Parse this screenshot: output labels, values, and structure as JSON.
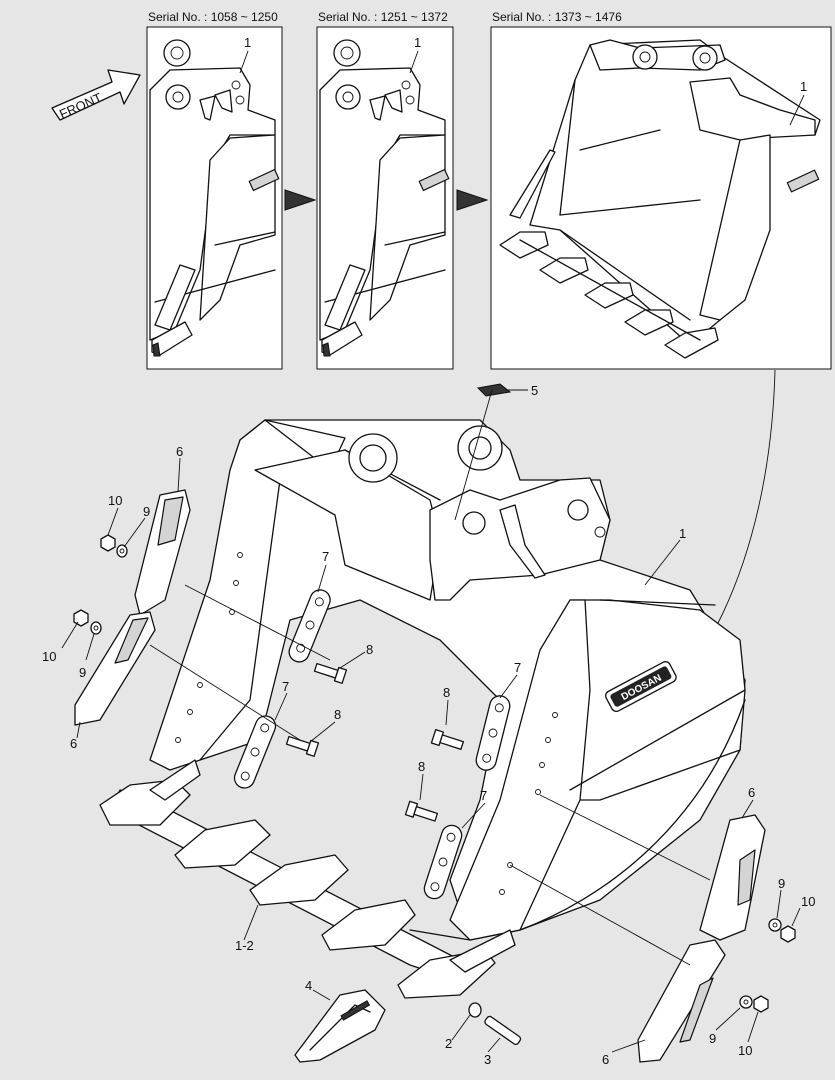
{
  "serial_headers": [
    "Serial No. : 1058 ~ 1250",
    "Serial No. : 1251 ~ 1372",
    "Serial No. : 1373 ~ 1476"
  ],
  "front_label": "FRONT",
  "brand_text": "DOOSAN",
  "panel_callouts": [
    "1",
    "1",
    "1"
  ],
  "callouts": {
    "c1": "1",
    "c1_2": "1-2",
    "c2": "2",
    "c3": "3",
    "c4": "4",
    "c5": "5",
    "c6": "6",
    "c7": "7",
    "c8": "8",
    "c9": "9",
    "c10": "10"
  },
  "colors": {
    "background": "#e6e6e6",
    "panel": "#ffffff",
    "line": "#111111"
  }
}
